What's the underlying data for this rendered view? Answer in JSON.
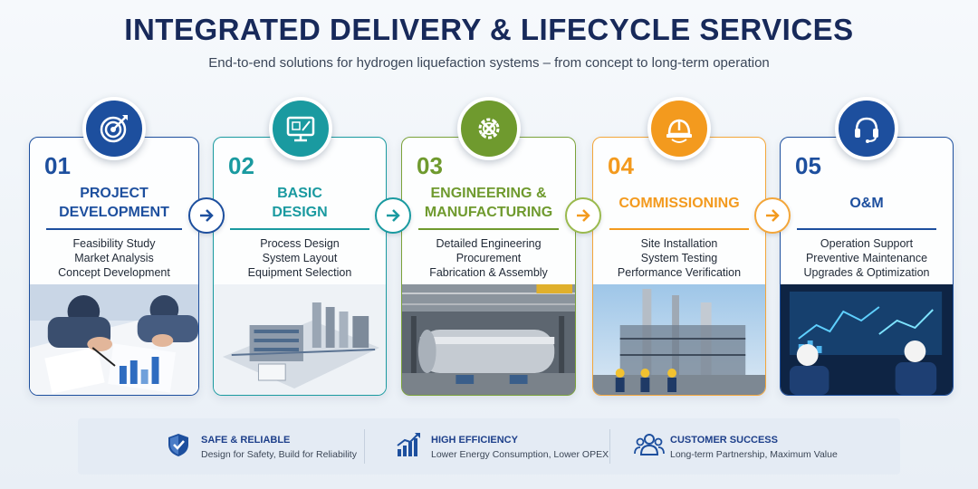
{
  "header": {
    "title": "INTEGRATED DELIVERY & LIFECYCLE SERVICES",
    "subtitle": "End-to-end solutions for hydrogen liquefaction systems – from concept to long-term operation"
  },
  "stages": [
    {
      "number": "01",
      "title_line1": "PROJECT",
      "title_line2": "DEVELOPMENT",
      "items": [
        "Feasibility Study",
        "Market Analysis",
        "Concept Development"
      ],
      "color": "#1d4f9e",
      "icon": "target-icon"
    },
    {
      "number": "02",
      "title_line1": "BASIC",
      "title_line2": "DESIGN",
      "items": [
        "Process Design",
        "System Layout",
        "Equipment Selection"
      ],
      "color": "#1a9aa0",
      "icon": "design-monitor-icon"
    },
    {
      "number": "03",
      "title_line1": "ENGINEERING &",
      "title_line2": "MANUFACTURING",
      "items": [
        "Detailed Engineering",
        "Procurement",
        "Fabrication & Assembly"
      ],
      "color": "#6f9a2e",
      "icon": "gear-wrench-icon"
    },
    {
      "number": "04",
      "title_line1": "COMMISSIONING",
      "title_line2": "",
      "items": [
        "Site Installation",
        "System Testing",
        "Performance Verification"
      ],
      "color": "#f39a1e",
      "icon": "hard-hat-icon"
    },
    {
      "number": "05",
      "title_line1": "O&M",
      "title_line2": "",
      "items": [
        "Operation Support",
        "Preventive Maintenance",
        "Upgrades & Optimization"
      ],
      "color": "#1d4f9e",
      "icon": "headset-icon"
    }
  ],
  "features": [
    {
      "title": "SAFE & RELIABLE",
      "subtitle": "Design for Safety, Build for Reliability",
      "icon": "shield-check-icon"
    },
    {
      "title": "HIGH EFFICIENCY",
      "subtitle": "Lower Energy Consumption, Lower OPEX",
      "icon": "growth-chart-icon"
    },
    {
      "title": "CUSTOMER SUCCESS",
      "subtitle": "Long-term Partnership, Maximum Value",
      "icon": "people-group-icon"
    }
  ]
}
